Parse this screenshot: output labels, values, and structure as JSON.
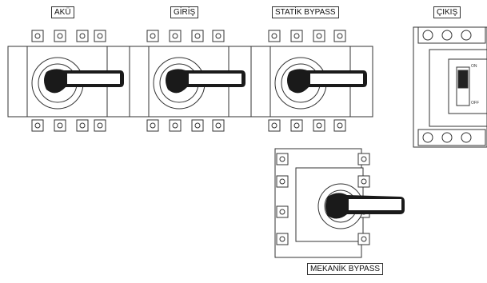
{
  "labels": {
    "aku": "AKÜ",
    "giris": "GİRİŞ",
    "statik_bypass": "STATİK BYPASS",
    "cikis": "ÇIKIŞ",
    "mekanik_bypass": "MEKANİK BYPASS"
  },
  "switch_text": {
    "on": "ON",
    "off": "OFF"
  },
  "colors": {
    "line": "#333333",
    "handle": "#111111",
    "background": "#ffffff"
  }
}
